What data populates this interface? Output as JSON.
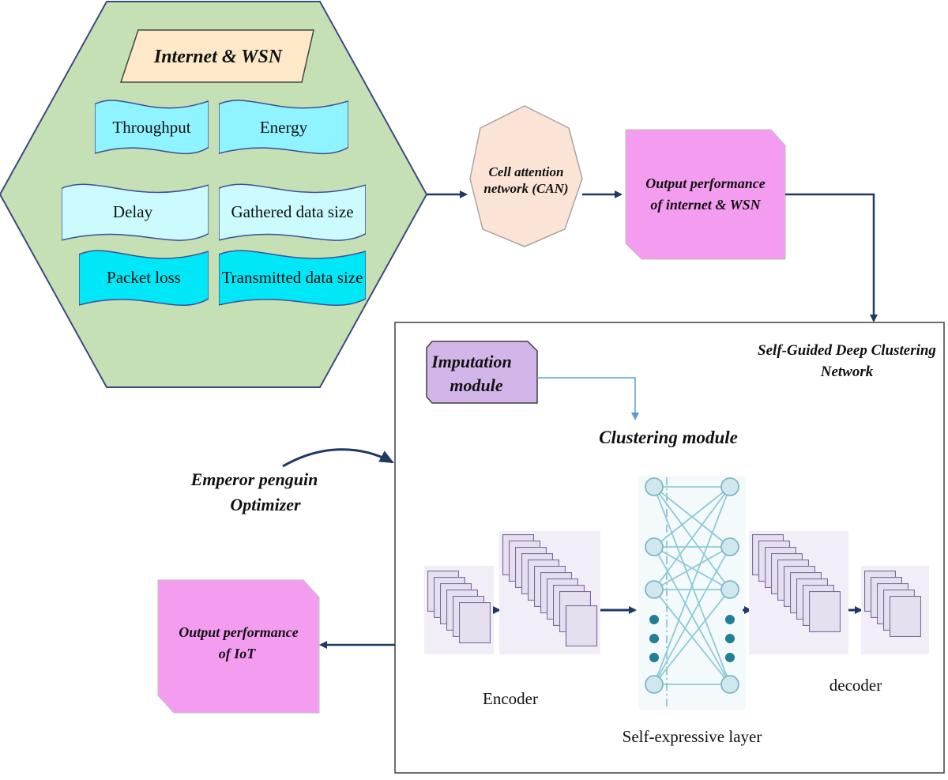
{
  "hexagon": {
    "title": "Internet & WSN",
    "metrics": [
      "Throughput",
      "Energy",
      "Delay",
      "Gathered data size",
      "Packet loss",
      "Transmitted data size"
    ]
  },
  "can": {
    "line1": "Cell attention",
    "line2": "network (CAN)"
  },
  "output_wsn": {
    "line1": "Output performance",
    "line2": "of internet & WSN"
  },
  "sgdcn": {
    "line1": "Self-Guided Deep Clustering",
    "line2": "Network"
  },
  "imputation": {
    "line1": "Imputation",
    "line2": "module"
  },
  "clustering": {
    "label": "Clustering module"
  },
  "optimizer": {
    "line1": "Emperor penguin",
    "line2": "Optimizer"
  },
  "output_iot": {
    "line1": "Output performance",
    "line2": "of IoT"
  },
  "network": {
    "encoder": "Encoder",
    "self_expressive": "Self-expressive layer",
    "decoder": "decoder"
  },
  "colors": {
    "hexagon_fill": "#c5e0b4",
    "title_fill": "#fde9c8",
    "wave_light": "#ccfbff",
    "wave_mid": "#8ff4ff",
    "wave_dark": "#00e8f7",
    "can_fill": "#fbe4d5",
    "output_fill": "#f49cf0",
    "imputation_fill": "#d3b5ea",
    "arrow": "#1f3864"
  }
}
